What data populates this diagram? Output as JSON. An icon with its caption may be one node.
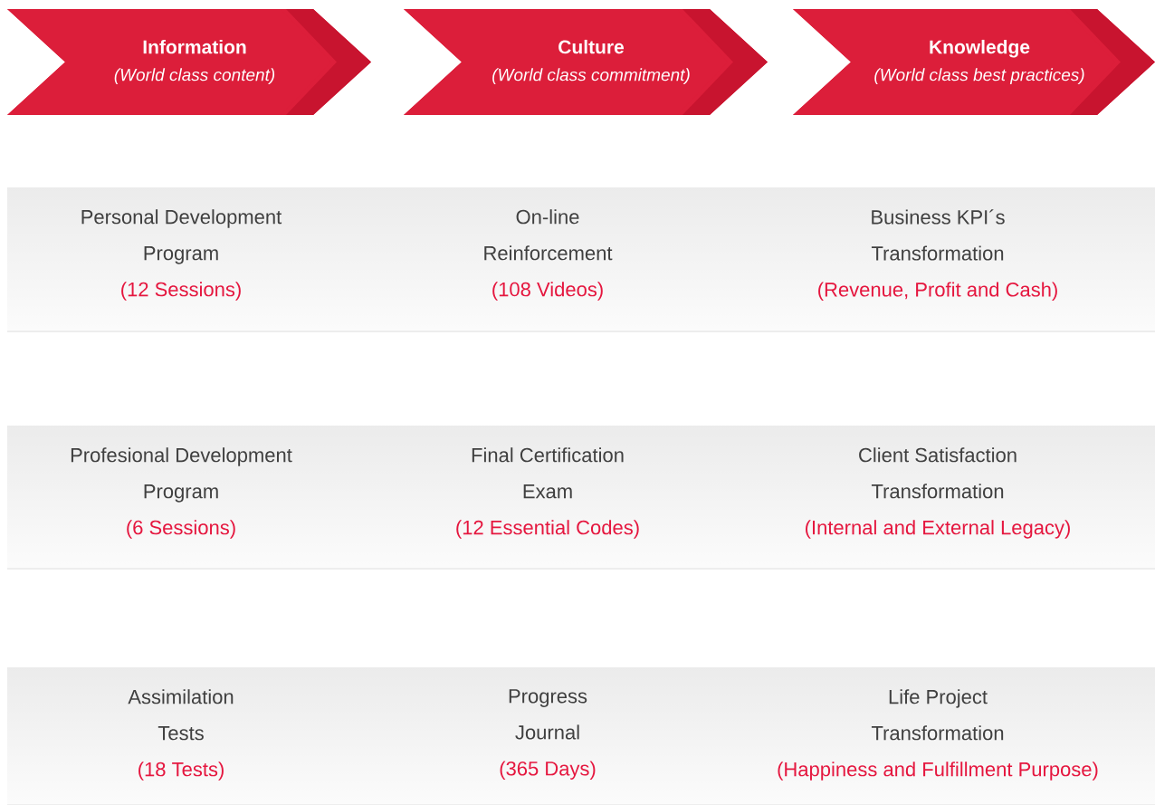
{
  "diagram": {
    "nodes": [
      {
        "text": [
          "Information",
          "(World class content)"
        ]
      },
      {
        "text": [
          "Culture",
          "(World class commitment)"
        ]
      },
      {
        "text": [
          "Knowledge",
          "(World class best practices)"
        ]
      },
      {
        "text": [
          "Personal Development Program",
          "(12 Sessions)"
        ]
      },
      {
        "text": [
          "On-line Reinforcement",
          "(108 Videos)"
        ]
      },
      {
        "text": [
          "Business KPI´s Transformation",
          "(Revenue, Profit and Cash)"
        ]
      },
      {
        "text": [
          "Profesional Development Program",
          "(6 Sessions)"
        ]
      },
      {
        "text": [
          "Final Certification Exam",
          "(12 Essential Codes)"
        ]
      },
      {
        "text": [
          "Client Satisfaction Transformation",
          "(Internal and External Legacy)"
        ]
      },
      {
        "text": [
          "Assimilation Tests",
          "(18 Tests)"
        ]
      },
      {
        "text": [
          "Progress Journal",
          "(365 Days)"
        ]
      },
      {
        "text": [
          "Life Project Transformation",
          "(Happiness and Fulfillment Purpose)"
        ]
      }
    ]
  }
}
